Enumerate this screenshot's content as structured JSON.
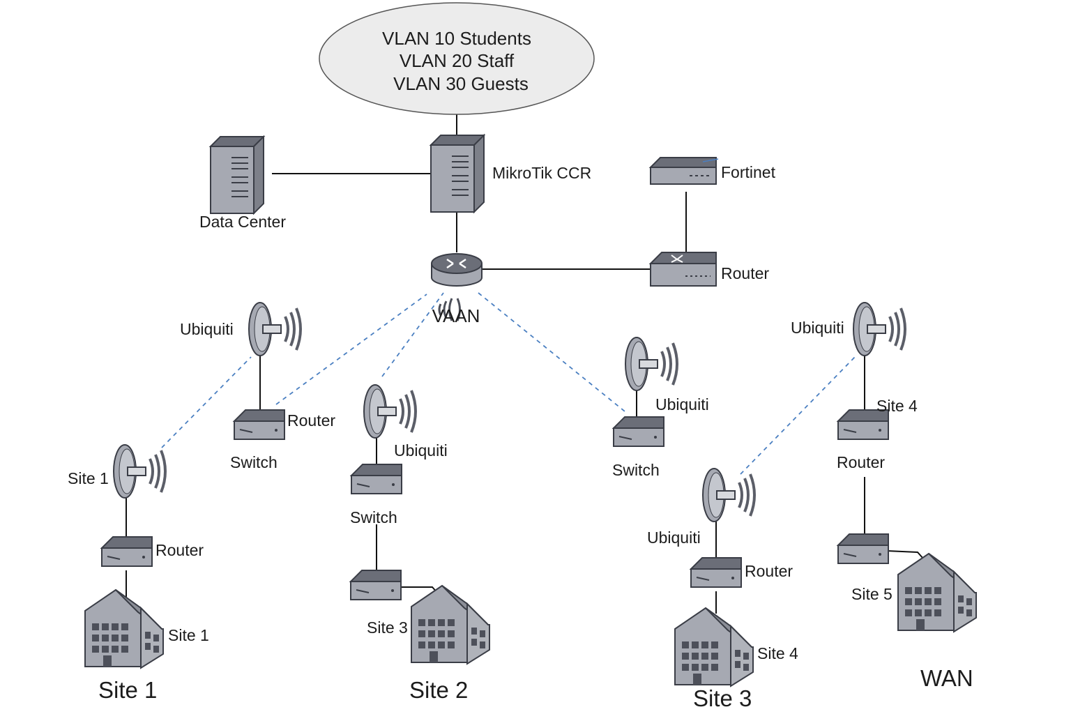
{
  "vlan_cloud": {
    "line1": "VLAN 10 Students",
    "line2": "VLAN 20 Staff",
    "line3": "VLAN 30 Guests"
  },
  "core": {
    "data_center_label": "Data Center",
    "mikrotik_label": "MikroTik CCR",
    "fortinet_label": "Fortinet",
    "router_label": "Router",
    "wan_hub_label": "VAAN"
  },
  "branch_a": {
    "ubiquiti_label": "Ubiquiti",
    "router_label": "Router",
    "switch_label": "Switch"
  },
  "site1": {
    "ap_label": "Site 1",
    "router_label": "Router",
    "building_label": "Site 1",
    "caption": "Site 1"
  },
  "site2": {
    "ubiquiti_label": "Ubiquiti",
    "switch_label": "Switch",
    "building_label": "Site 3",
    "caption": "Site 2"
  },
  "branch_b": {
    "ubiquiti_label": "Ubiquiti",
    "switch_label": "Switch"
  },
  "site3": {
    "ubiquiti_label": "Ubiquiti",
    "router_label": "Router",
    "building_label": "Site 4",
    "caption": "Site 3"
  },
  "site4": {
    "ubiquiti_label": "Ubiquiti",
    "site_label": "Site 4",
    "router_label": "Router",
    "building_label": "Site 5",
    "caption": "WAN"
  },
  "colors": {
    "device_top": "#6b6e78",
    "device_body": "#a6a9b2",
    "device_outline": "#3a3d46",
    "link_solid": "#111111",
    "link_wireless": "#4a7fc1",
    "cloud_fill": "#ececec"
  }
}
